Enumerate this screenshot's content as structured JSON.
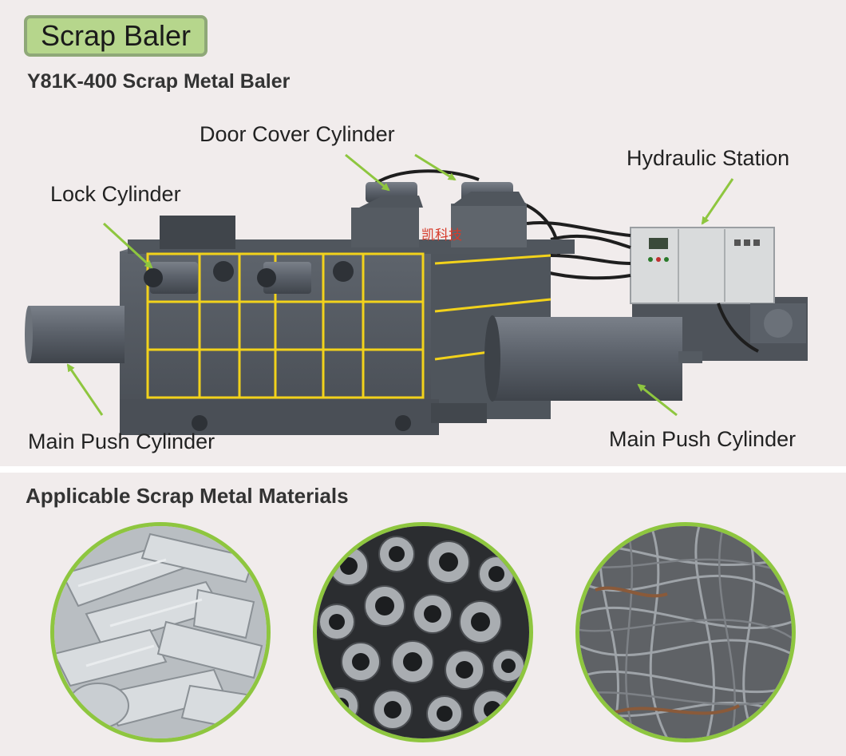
{
  "badge": {
    "text": "Scrap Baler"
  },
  "subtitle": "Y81K-400 Scrap Metal Baler",
  "labels": {
    "door_cover": "Door Cover Cylinder",
    "hydraulic_station": "Hydraulic Station",
    "lock_cylinder": "Lock Cylinder",
    "main_push_left": "Main Push Cylinder",
    "main_push_right": "Main Push Cylinder"
  },
  "machine_brand_text": "凯科技",
  "section_title": "Applicable Scrap Metal Materials",
  "materials": [
    {
      "name": "aluminum-profile-scrap"
    },
    {
      "name": "stamped-steel-scrap"
    },
    {
      "name": "steel-wire-scrap"
    }
  ],
  "colors": {
    "badge_fill": "#b6d68c",
    "badge_border": "#8fa878",
    "arrow_green": "#8ec63f",
    "machine_gray": "#5b6068",
    "frame_yellow": "#f2d21b",
    "panel_bg": "#f1ecec"
  }
}
